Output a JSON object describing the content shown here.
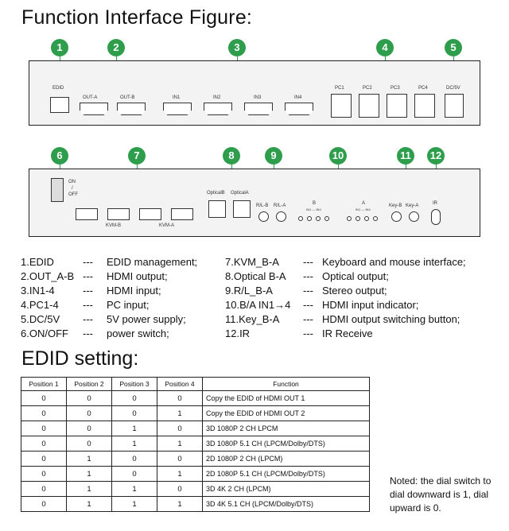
{
  "title": "Function Interface Figure:",
  "front_panel": {
    "callouts": [
      "1",
      "2",
      "3",
      "4",
      "5"
    ],
    "port_labels": {
      "edid": "EDID",
      "out_a": "OUT-A",
      "out_b": "OUT-B",
      "in1": "IN1",
      "in2": "IN2",
      "in3": "IN3",
      "in4": "IN4",
      "pc1": "PC1",
      "pc2": "PC2",
      "pc3": "PC3",
      "pc4": "PC4",
      "dc": "DC/5V"
    }
  },
  "rear_panel": {
    "callouts": [
      "6",
      "7",
      "8",
      "9",
      "10",
      "11",
      "12"
    ],
    "port_labels": {
      "on": "ON",
      "off": "OFF",
      "kvm_b": "KVM-B",
      "kvm_a": "KVM-A",
      "optical_b": "OpticalB",
      "optical_a": "OpticalA",
      "rl_b": "R/L-B",
      "rl_a": "R/L-A",
      "ind_b": "B",
      "ind_a": "A",
      "ind_b_sub": "IN1 — IN4",
      "ind_a_sub": "IN1 — IN4",
      "key_b": "Key-B",
      "key_a": "Key-A",
      "ir": "IR"
    }
  },
  "legend_left": [
    {
      "key": "1.EDID",
      "sep": "---",
      "desc": "EDID management;"
    },
    {
      "key": "2.OUT_A-B",
      "sep": "---",
      "desc": "HDMI output;"
    },
    {
      "key": "3.IN1-4",
      "sep": "---",
      "desc": "HDMI input;"
    },
    {
      "key": "4.PC1-4",
      "sep": "---",
      "desc": "PC input;"
    },
    {
      "key": "5.DC/5V",
      "sep": "---",
      "desc": "5V power supply;"
    },
    {
      "key": "6.ON/OFF",
      "sep": "---",
      "desc": "power switch;"
    }
  ],
  "legend_right": [
    {
      "key": "7.KVM_B-A",
      "sep": "---",
      "desc": "Keyboard and mouse interface;"
    },
    {
      "key": "8.Optical B-A",
      "sep": "---",
      "desc": "Optical output;"
    },
    {
      "key": "9.R/L_B-A",
      "sep": "---",
      "desc": "Stereo output;"
    },
    {
      "key": "10.B/A IN1→4",
      "sep": "---",
      "desc": "HDMI input indicator;"
    },
    {
      "key": "11.Key_B-A",
      "sep": "---",
      "desc": "HDMI output switching button;"
    },
    {
      "key": "12.IR",
      "sep": "---",
      "desc": "IR Receive"
    }
  ],
  "edid": {
    "title": "EDID setting:",
    "headers": [
      "Position 1",
      "Position 2",
      "Position 3",
      "Position 4",
      "Function"
    ],
    "rows": [
      [
        "0",
        "0",
        "0",
        "0",
        "Copy the EDID of HDMI OUT 1"
      ],
      [
        "0",
        "0",
        "0",
        "1",
        "Copy the EDID of HDMI OUT 2"
      ],
      [
        "0",
        "0",
        "1",
        "0",
        "3D 1080P 2 CH LPCM"
      ],
      [
        "0",
        "0",
        "1",
        "1",
        "3D 1080P 5.1 CH (LPCM/Dolby/DTS)"
      ],
      [
        "0",
        "1",
        "0",
        "0",
        "2D 1080P 2 CH (LPCM)"
      ],
      [
        "0",
        "1",
        "0",
        "1",
        "2D 1080P 5.1 CH (LPCM/Dolby/DTS)"
      ],
      [
        "0",
        "1",
        "1",
        "0",
        "3D 4K 2 CH (LPCM)"
      ],
      [
        "0",
        "1",
        "1",
        "1",
        "3D 4K 5.1 CH (LPCM/Dolby/DTS)"
      ]
    ],
    "note": "Noted: the dial switch to dial downward is 1, dial upward is 0."
  },
  "colors": {
    "callout": "#2e9e4d",
    "panel": "#f3f3f3",
    "outline": "#222222"
  }
}
